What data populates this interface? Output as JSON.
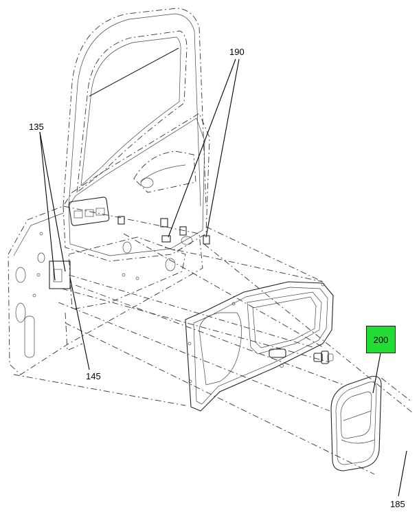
{
  "callouts": {
    "c190": "190",
    "c135": "135",
    "c145": "145",
    "c200": "200",
    "c185": "185"
  },
  "colors": {
    "highlight": "#22dd33",
    "line": "#222222"
  }
}
